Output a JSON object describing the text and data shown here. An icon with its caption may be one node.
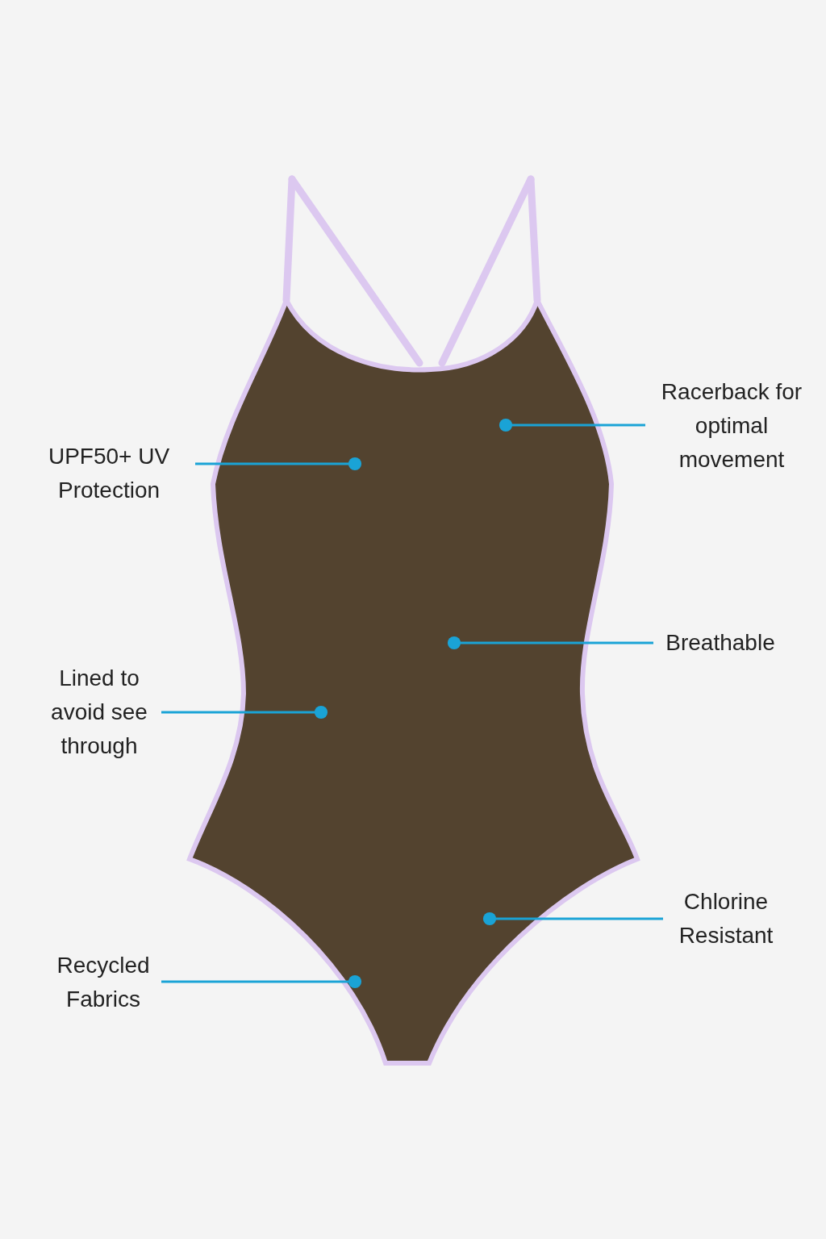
{
  "diagram": {
    "nodes": [
      {
        "text": [
          "Racerback for optimal movement"
        ]
      },
      {
        "text": [
          "UPF50+ UV Protection"
        ]
      },
      {
        "text": [
          "Breathable"
        ]
      },
      {
        "text": [
          "Lined to avoid see through"
        ]
      },
      {
        "text": [
          "Chlorine Resistant"
        ]
      },
      {
        "text": [
          "Recycled Fabrics"
        ]
      }
    ],
    "edges": [
      {
        "from": 0,
        "to": null,
        "arrow": "other"
      },
      {
        "from": 1,
        "to": null,
        "arrow": "other"
      },
      {
        "from": 2,
        "to": null,
        "arrow": "other"
      },
      {
        "from": 3,
        "to": null,
        "arrow": "other"
      },
      {
        "from": 4,
        "to": null,
        "arrow": "other"
      },
      {
        "from": 5,
        "to": null,
        "arrow": "other"
      }
    ]
  }
}
